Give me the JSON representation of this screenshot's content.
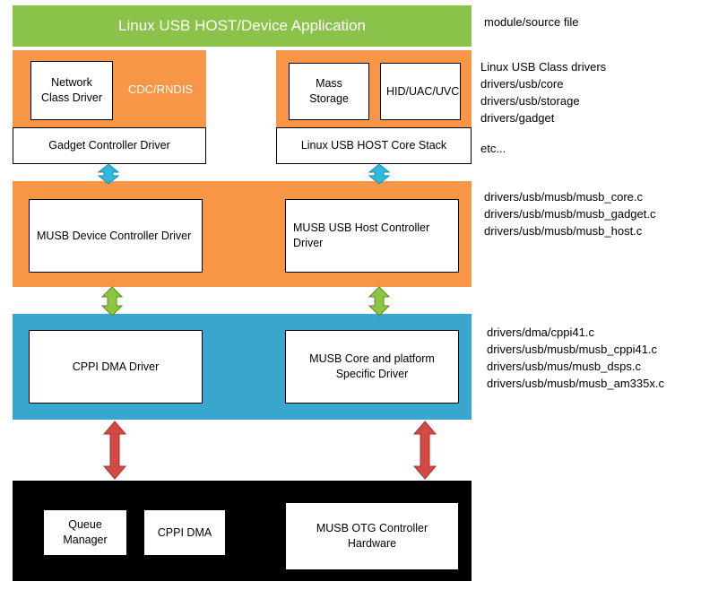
{
  "diagram": {
    "title": "Linux USB HOST/Device Application",
    "layers": {
      "application": {
        "label": "Linux USB HOST/Device Application",
        "color": "#8bc34a"
      },
      "class_drivers": {
        "color": "#f79646",
        "boxes": [
          {
            "label": "Network Class Driver"
          },
          {
            "label": "CDC/RNDIS"
          },
          {
            "label": "Mass Storage"
          },
          {
            "label": "HID/UAC/UVC"
          },
          {
            "label": "Gadget Controller Driver"
          },
          {
            "label": "Linux USB HOST Core Stack"
          }
        ]
      },
      "musb_controller": {
        "color": "#f79646",
        "boxes": [
          {
            "label": "MUSB Device Controller Driver"
          },
          {
            "label": "MUSB USB Host Controller Driver"
          }
        ]
      },
      "dma_platform": {
        "color": "#38a6cd",
        "boxes": [
          {
            "label": "CPPI DMA Driver"
          },
          {
            "label": "MUSB Core and platform Specific Driver"
          }
        ]
      },
      "hardware": {
        "color": "#000000",
        "boxes": [
          {
            "label": "Queue Manager"
          },
          {
            "label": "CPPI DMA"
          },
          {
            "label": "MUSB OTG Controller Hardware"
          }
        ]
      }
    },
    "annotations": [
      {
        "id": "module-source-file",
        "text": "module/source file"
      },
      {
        "id": "class-drivers-paths",
        "text": "Linux USB Class drivers\ndrivers/usb/core\ndrivers/usb/storage\ndrivers/gadget"
      },
      {
        "id": "etc",
        "text": "etc..."
      },
      {
        "id": "musb-paths",
        "text": "drivers/usb/musb/musb_core.c\ndrivers/usb/musb/musb_gadget.c\ndrivers/usb/musb/musb_host.c"
      },
      {
        "id": "dma-paths",
        "text": "drivers/dma/cppi41.c\ndrivers/usb/musb/musb_cppi41.c\ndrivers/usb/mus/musb_dsps.c\ndrivers/usb/musb/musb_am335x.c"
      }
    ],
    "arrows": [
      {
        "id": "arrow-gadget-to-musb-device",
        "color": "#2fb9dd"
      },
      {
        "id": "arrow-host-to-musb-host",
        "color": "#2fb9dd"
      },
      {
        "id": "arrow-musb-device-to-cppi",
        "color": "#7ab317"
      },
      {
        "id": "arrow-musb-host-to-platform",
        "color": "#7ab317"
      },
      {
        "id": "arrow-cppi-to-hardware",
        "color": "#d24a43"
      },
      {
        "id": "arrow-platform-to-hardware",
        "color": "#d24a43"
      }
    ]
  }
}
